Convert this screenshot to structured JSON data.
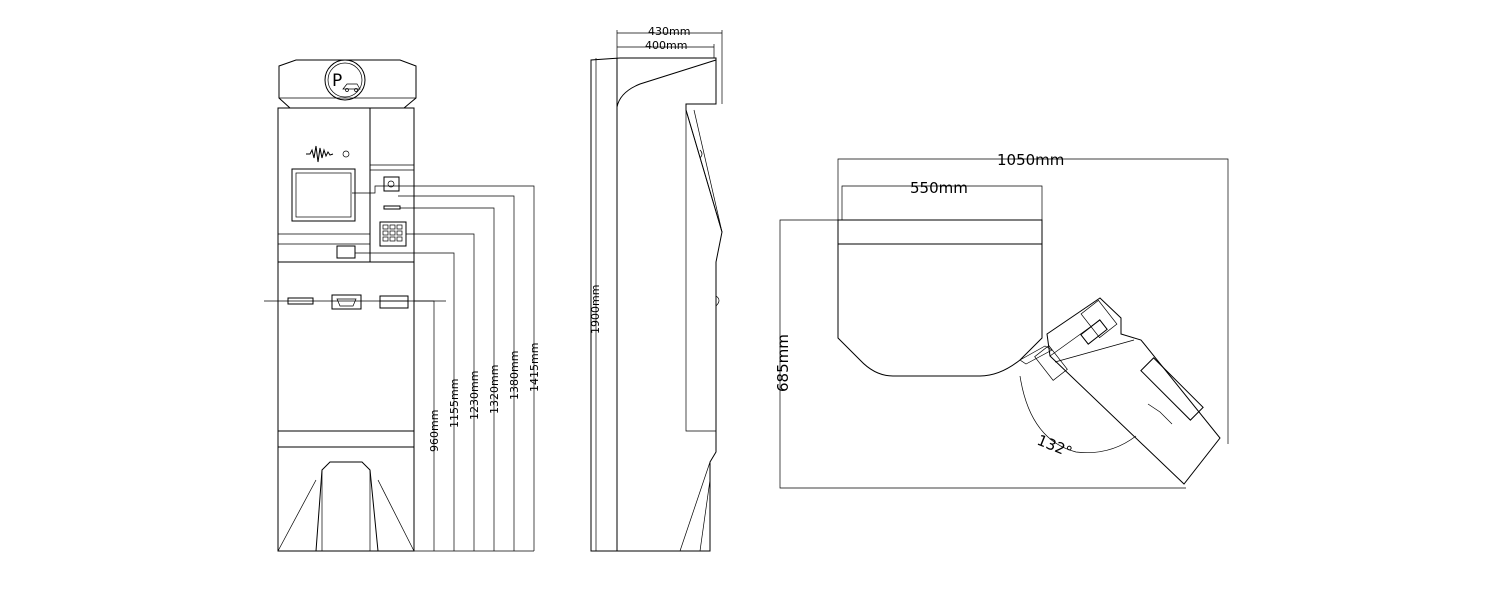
{
  "front_view": {
    "logo_letter": "P",
    "dimensions": [
      "960mm",
      "1155mm",
      "1230mm",
      "1320mm",
      "1380mm",
      "1415mm"
    ]
  },
  "side_view": {
    "width_outer": "430mm",
    "width_inner": "400mm",
    "height": "1900mm"
  },
  "top_view": {
    "overall_width": "1050mm",
    "body_width": "550mm",
    "depth": "685mm",
    "angle": "132°"
  },
  "colors": {
    "line": "#000000",
    "background": "#ffffff"
  }
}
